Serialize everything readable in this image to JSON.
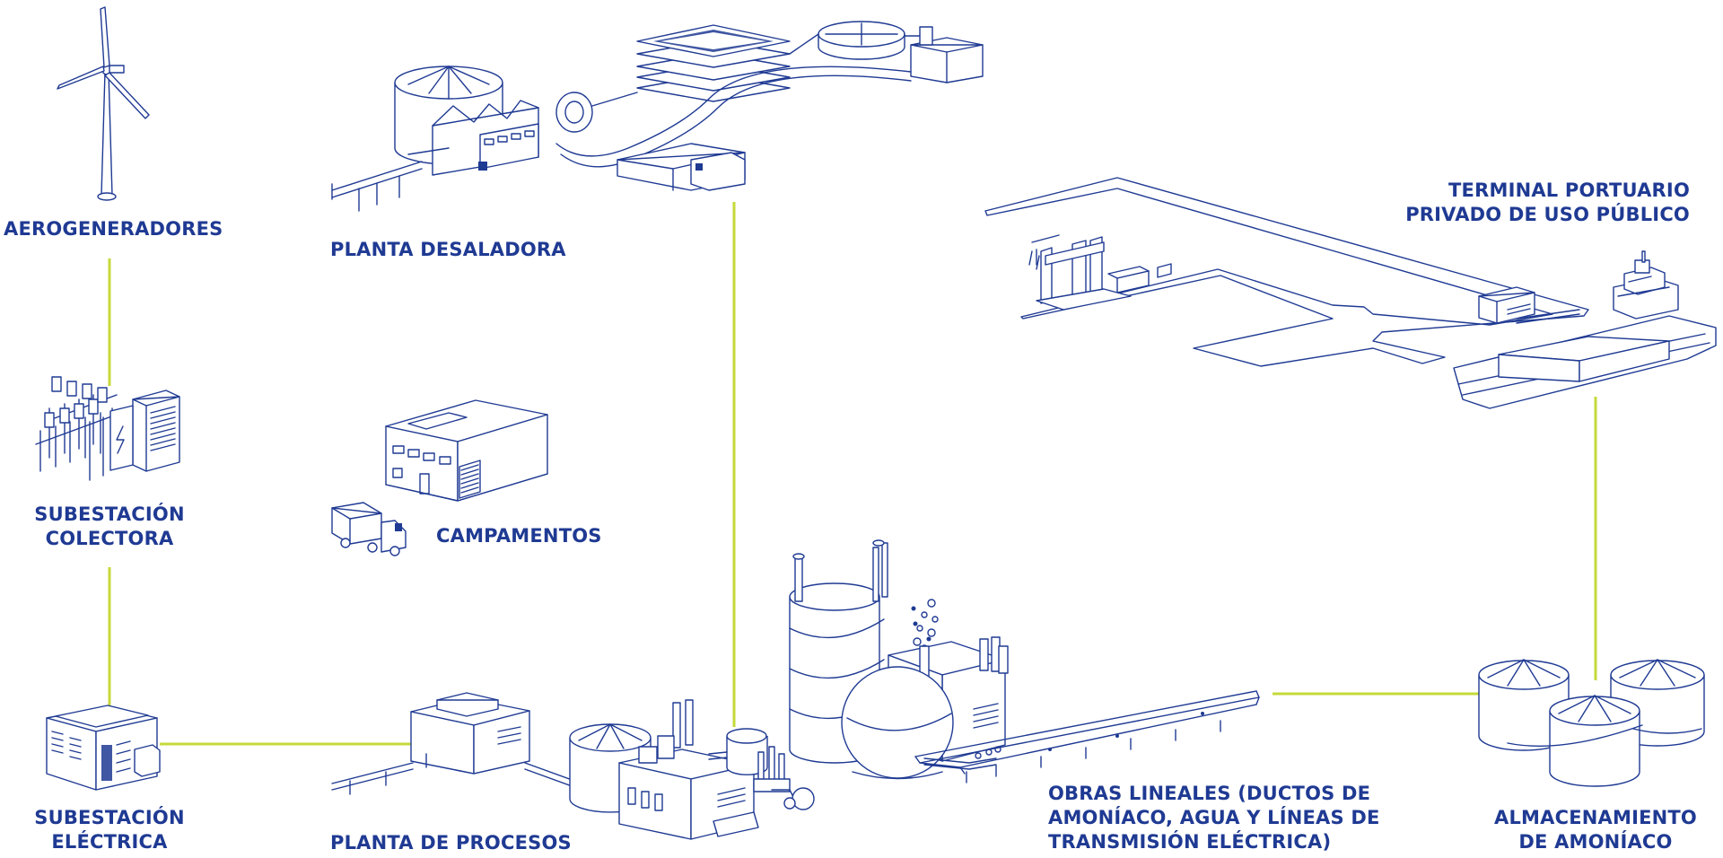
{
  "labels": {
    "aerogeneradores": "AEROGENERADORES",
    "planta_desaladora": "PLANTA DESALADORA",
    "terminal_line1": "TERMINAL PORTUARIO",
    "terminal_line2": "PRIVADO DE USO PÚBLICO",
    "subestacion_colectora_line1": "SUBESTACIÓN",
    "subestacion_colectora_line2": "COLECTORA",
    "campamentos": "CAMPAMENTOS",
    "subestacion_electrica_line1": "SUBESTACIÓN",
    "subestacion_electrica_line2": "ELÉCTRICA",
    "planta_procesos": "PLANTA DE PROCESOS",
    "obras_line1": "OBRAS LINEALES (DUCTOS DE",
    "obras_line2": "AMONÍACO, AGUA Y LÍNEAS DE",
    "obras_line3": "TRANSMISIÓN ELÉCTRICA)",
    "almacenamiento_line1": "ALMACENAMIENTO",
    "almacenamiento_line2": "DE AMONÍACO"
  },
  "colors": {
    "ink": "#1f3a93",
    "connector": "#c6d93a",
    "background": "#ffffff"
  }
}
